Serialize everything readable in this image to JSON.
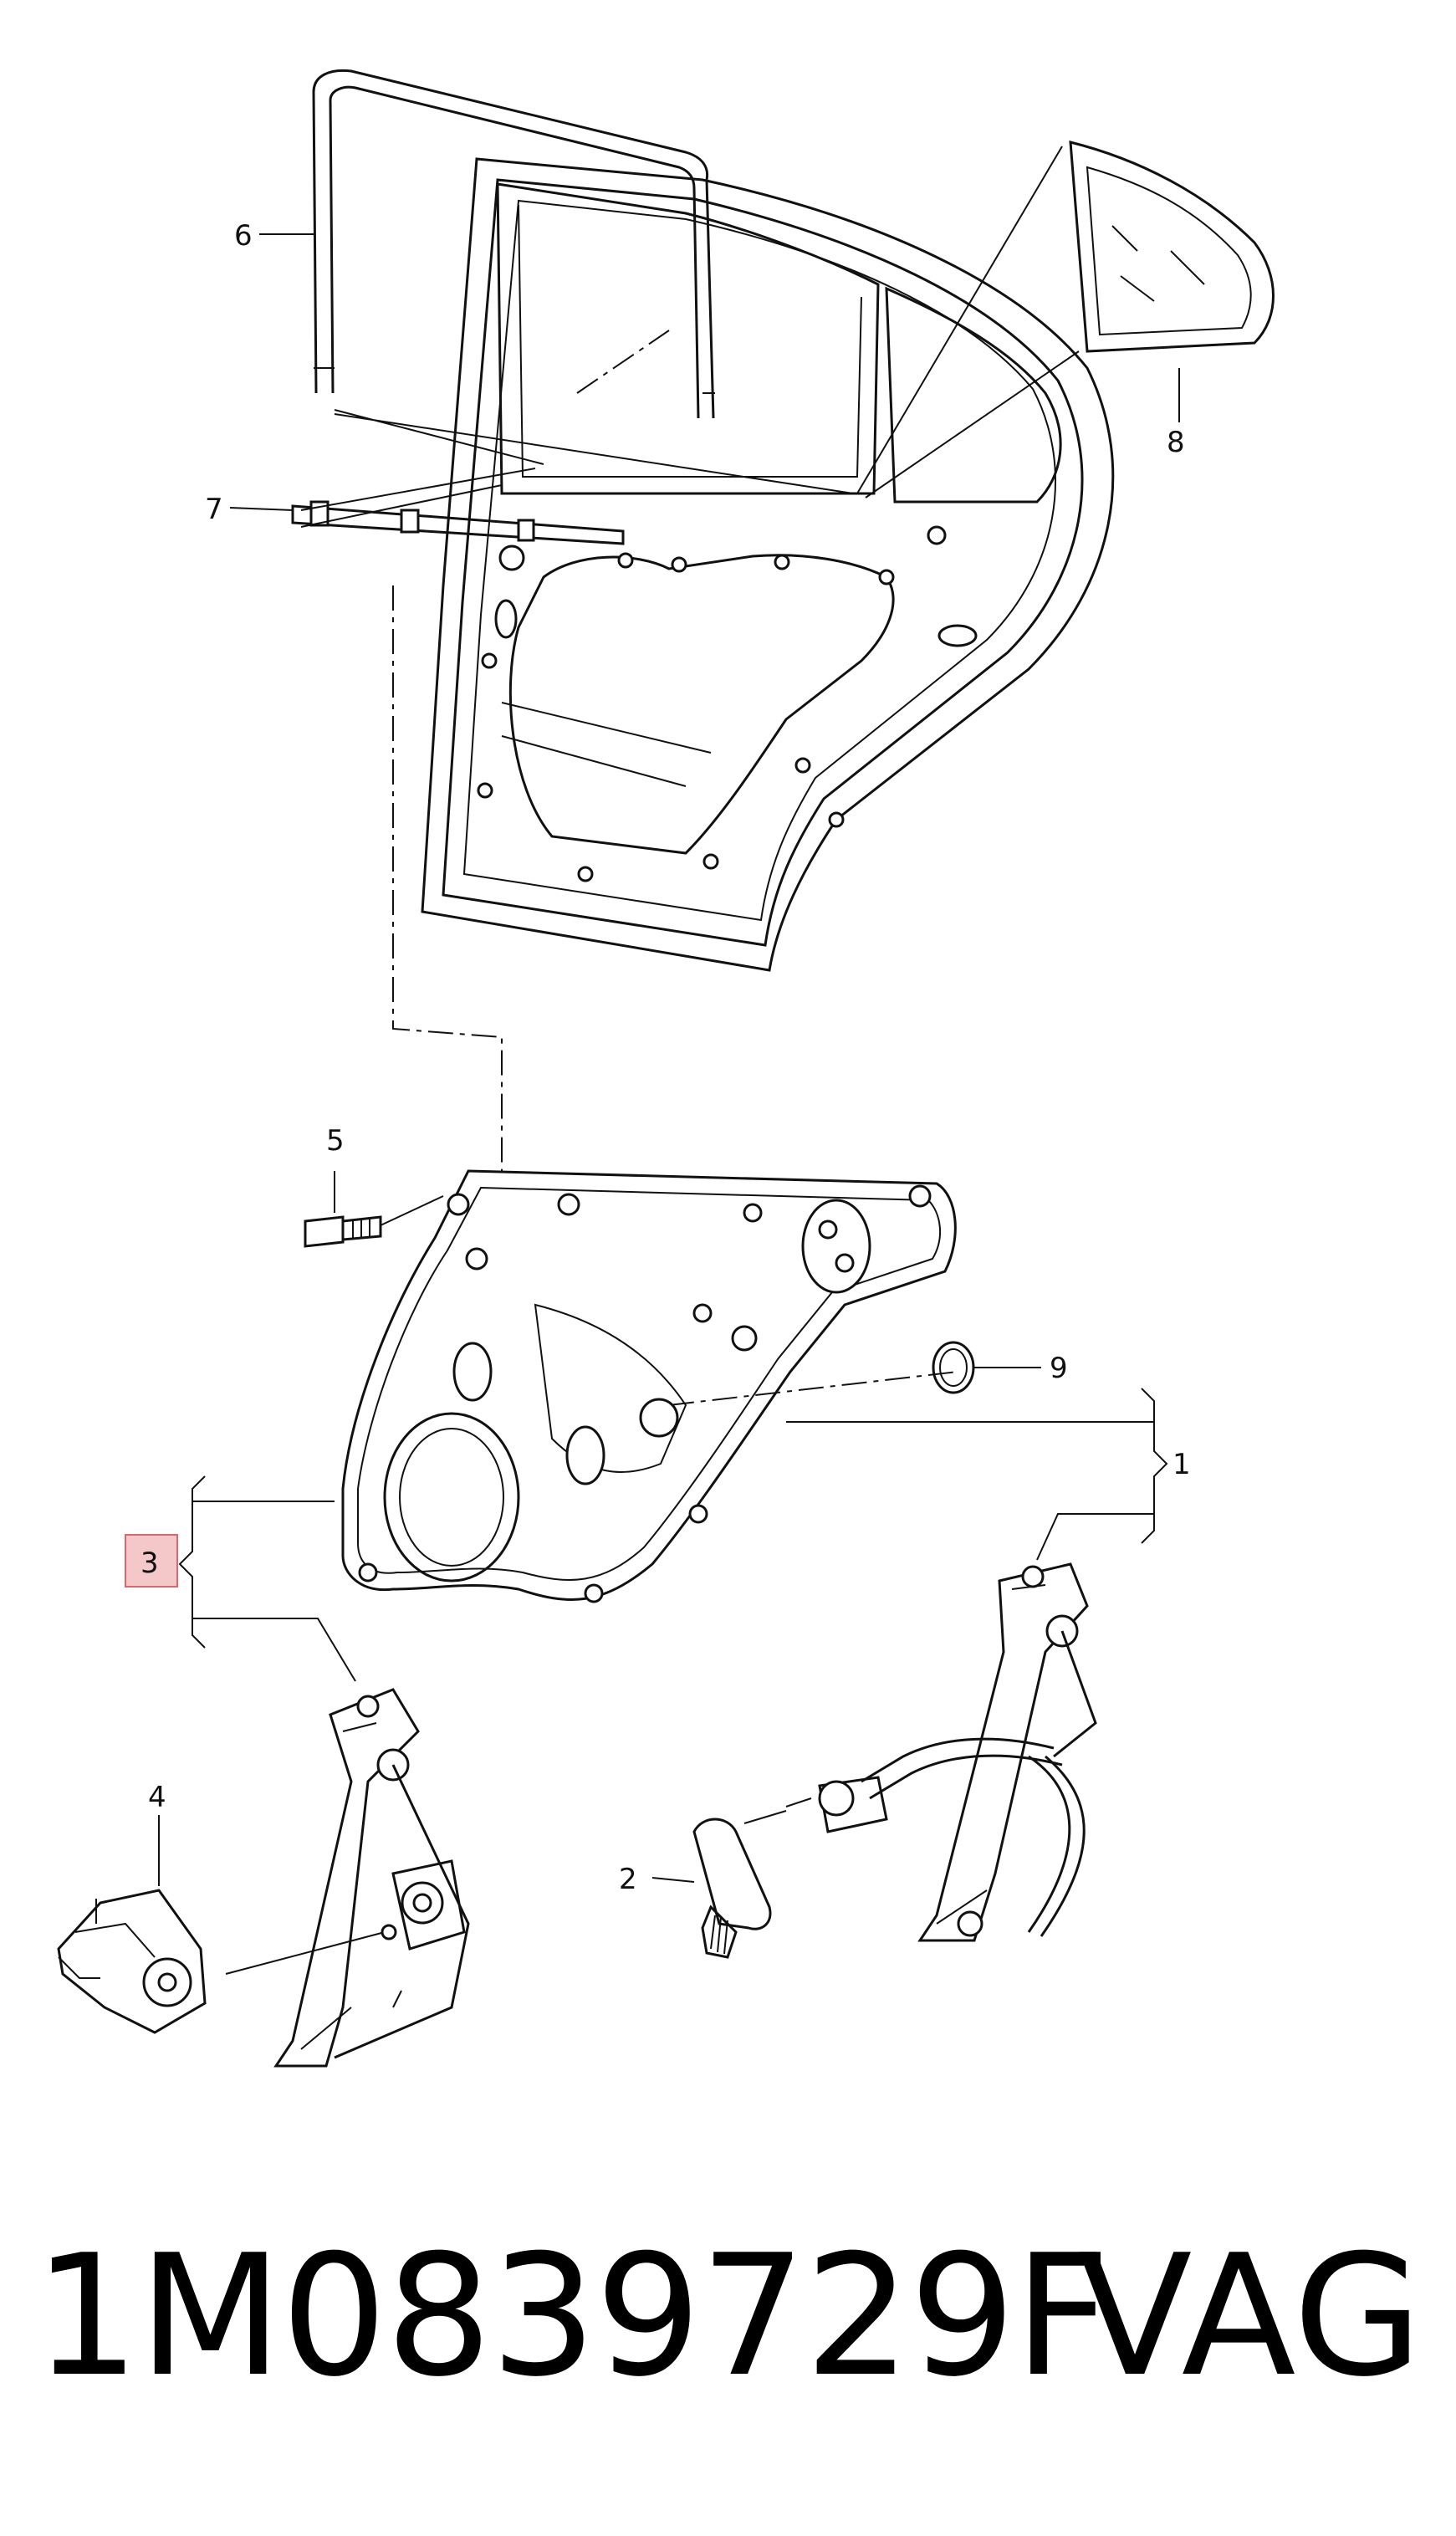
{
  "callouts": {
    "c1": "1",
    "c2": "2",
    "c3": "3",
    "c4": "4",
    "c5": "5",
    "c6": "6",
    "c7": "7",
    "c8": "8",
    "c9": "9"
  },
  "highlight_color": "#f4c7c9",
  "footer": {
    "part_number": "1M0839729F",
    "brand": "VAG"
  }
}
